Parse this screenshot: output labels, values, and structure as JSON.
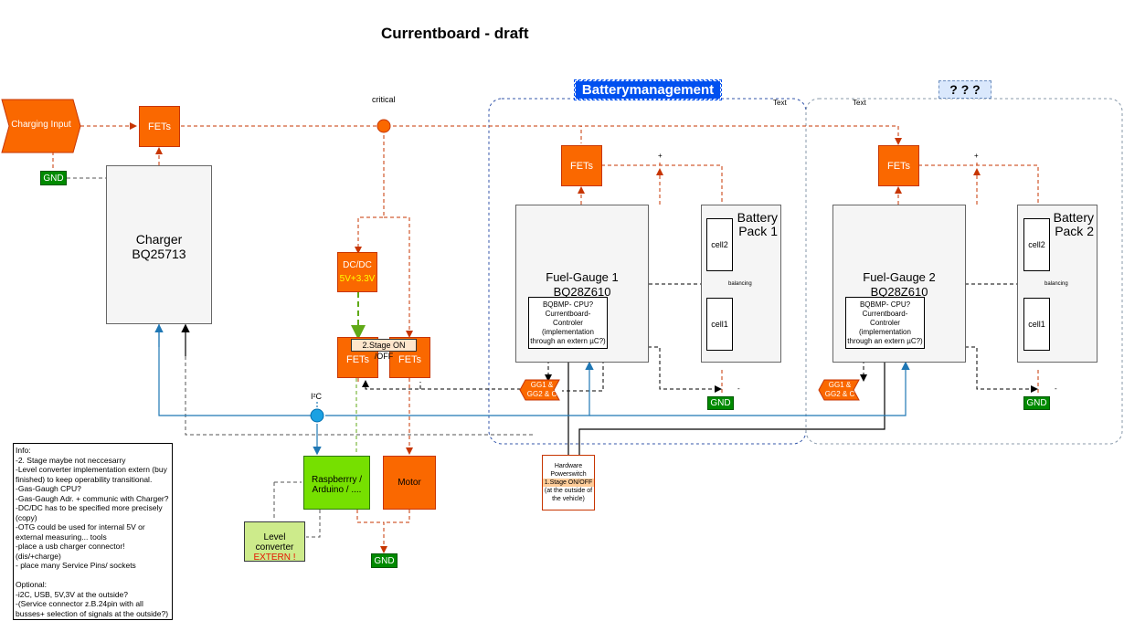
{
  "title": "Currentboard - draft",
  "charging_input": "Charging Input",
  "fets": "FETs",
  "gnd": "GND",
  "critical": "critical",
  "charger": {
    "line1": "Charger",
    "line2": "BQ25713"
  },
  "dcdc": {
    "line1": "DC/DC",
    "line2": "5V+3.3V"
  },
  "stage2": "2.Stage ON /OFF",
  "i2c": "I²C",
  "raspberry": {
    "line1": "Raspberrry /",
    "line2": "Arduino / ...."
  },
  "motor": "Motor",
  "level_converter": {
    "line1": "Level converter",
    "line2": "EXTERN !"
  },
  "hardware_switch": {
    "line1": "Hardware",
    "line2": "Powerswitch",
    "line3": "1.Stage ON/OFF",
    "line4": "(at the outside of",
    "line5": "the vehicle)"
  },
  "batterymanagement": "Batterymanagement",
  "unknown": "? ? ?",
  "text_label": "Text",
  "plus": "+",
  "minus": "-",
  "fuel_gauge_1": {
    "line1": "Fuel-Gauge 1",
    "line2": "BQ28Z610"
  },
  "fuel_gauge_2": {
    "line1": "Fuel-Gauge 2",
    "line2": "BQ28Z610"
  },
  "bqbmp": {
    "line1": "BQBMP- CPU?",
    "line2": "Currentboard-",
    "line3": "Controler",
    "line4": "(implementation",
    "line5": "through an extern µC?)"
  },
  "battery_pack_1": {
    "line1": "Battery",
    "line2": "Pack 1"
  },
  "battery_pack_2": {
    "line1": "Battery",
    "line2": "Pack 2"
  },
  "cell1": "cell1",
  "cell2": "cell2",
  "balancing": "balancing",
  "gg_tag": {
    "line1": "GG1 &",
    "line2": "GG2 & C"
  },
  "info_lines": [
    "Info:",
    "-2. Stage maybe not neccesarry",
    "-Level converter implementation extern (buy",
    "finished) to keep operability transitional.",
    "-Gas-Gaugh CPU?",
    "-Gas-Gaugh Adr. + communic with Charger?",
    "-DC/DC has to be specified more precisely",
    "(copy)",
    "-OTG could be used for  internal  5V or",
    "external measuring... tools",
    "-place a usb charger connector!",
    "(dis/+charge)",
    "- place many Service Pins/ sockets",
    "",
    "Optional:",
    "-i2C, USB, 5V,3V at the outside?",
    "-(Service connector z.B.24pin  with all",
    "busses+ selection of signals at the outside?)"
  ],
  "colors": {
    "orange": "#fa6800",
    "green": "#008a00",
    "blue": "#0050ef",
    "wire_orange": "#c73500",
    "wire_blue": "#1f77b4",
    "lime": "#60a917",
    "raspberry": "#76e000"
  }
}
